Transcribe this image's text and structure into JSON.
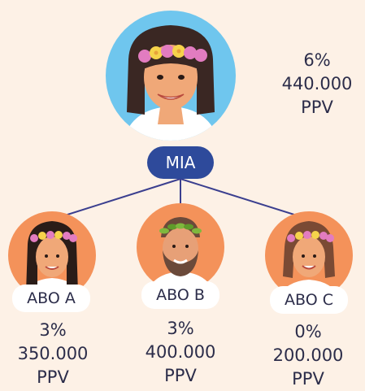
{
  "root": {
    "name": "MIA",
    "percent": "6%",
    "ppv_value": "440.000",
    "ppv_label": "PPV",
    "colors": {
      "circle": "#6fc6ee",
      "badge": "#2e4a9b"
    }
  },
  "children": [
    {
      "name": "ABO A",
      "percent": "3%",
      "ppv_value": "350.000",
      "ppv_label": "PPV",
      "avatar": "woman-long-dark-hair-flower-crown"
    },
    {
      "name": "ABO B",
      "percent": "3%",
      "ppv_value": "400.000",
      "ppv_label": "PPV",
      "avatar": "man-beard-leaf-crown"
    },
    {
      "name": "ABO C",
      "percent": "0%",
      "ppv_value": "200.000",
      "ppv_label": "PPV",
      "avatar": "woman-brown-bob-flower-crown"
    }
  ],
  "colors": {
    "background": "#fdf1e6",
    "child_circle": "#f4925a",
    "connector": "#3b3f8f",
    "text": "#2c2d4a"
  }
}
